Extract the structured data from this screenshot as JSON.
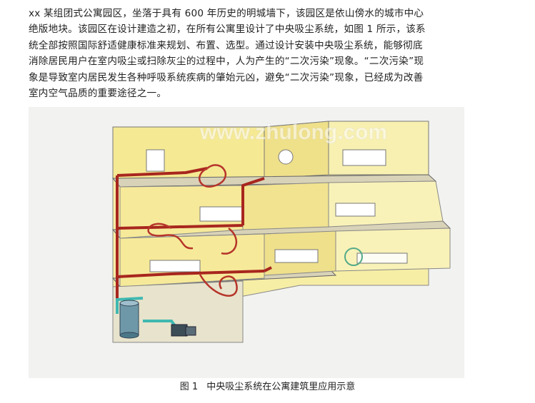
{
  "paragraph": {
    "lines": [
      "xx 某组团式公寓园区，坐落于具有 600 年历史的明城墙下，该园区是依山傍水的城市中心",
      "绝版地块。该园区在设计建造之初，在所有公寓里设计了中央吸尘系统，如图 1 所示，该系",
      "统全部按照国际舒适健康标准来规划、布置、选型。通过设计安装中央吸尘系统，能够彻底",
      "消除居民用户在室内吸尘或扫除灰尘的过程中，人为产生的“二次污染”现象。“二次污染”现",
      "象是导致室内居民发生各种呼吸系统疾病的肇始元凶，避免“二次污染”现象，已经成为改善",
      "室内空气品质的重要途径之一。"
    ]
  },
  "figure": {
    "watermark": "www.zhulong.com",
    "caption_number": "图 1",
    "caption_text": "中央吸尘系统在公寓建筑里应用示意"
  }
}
